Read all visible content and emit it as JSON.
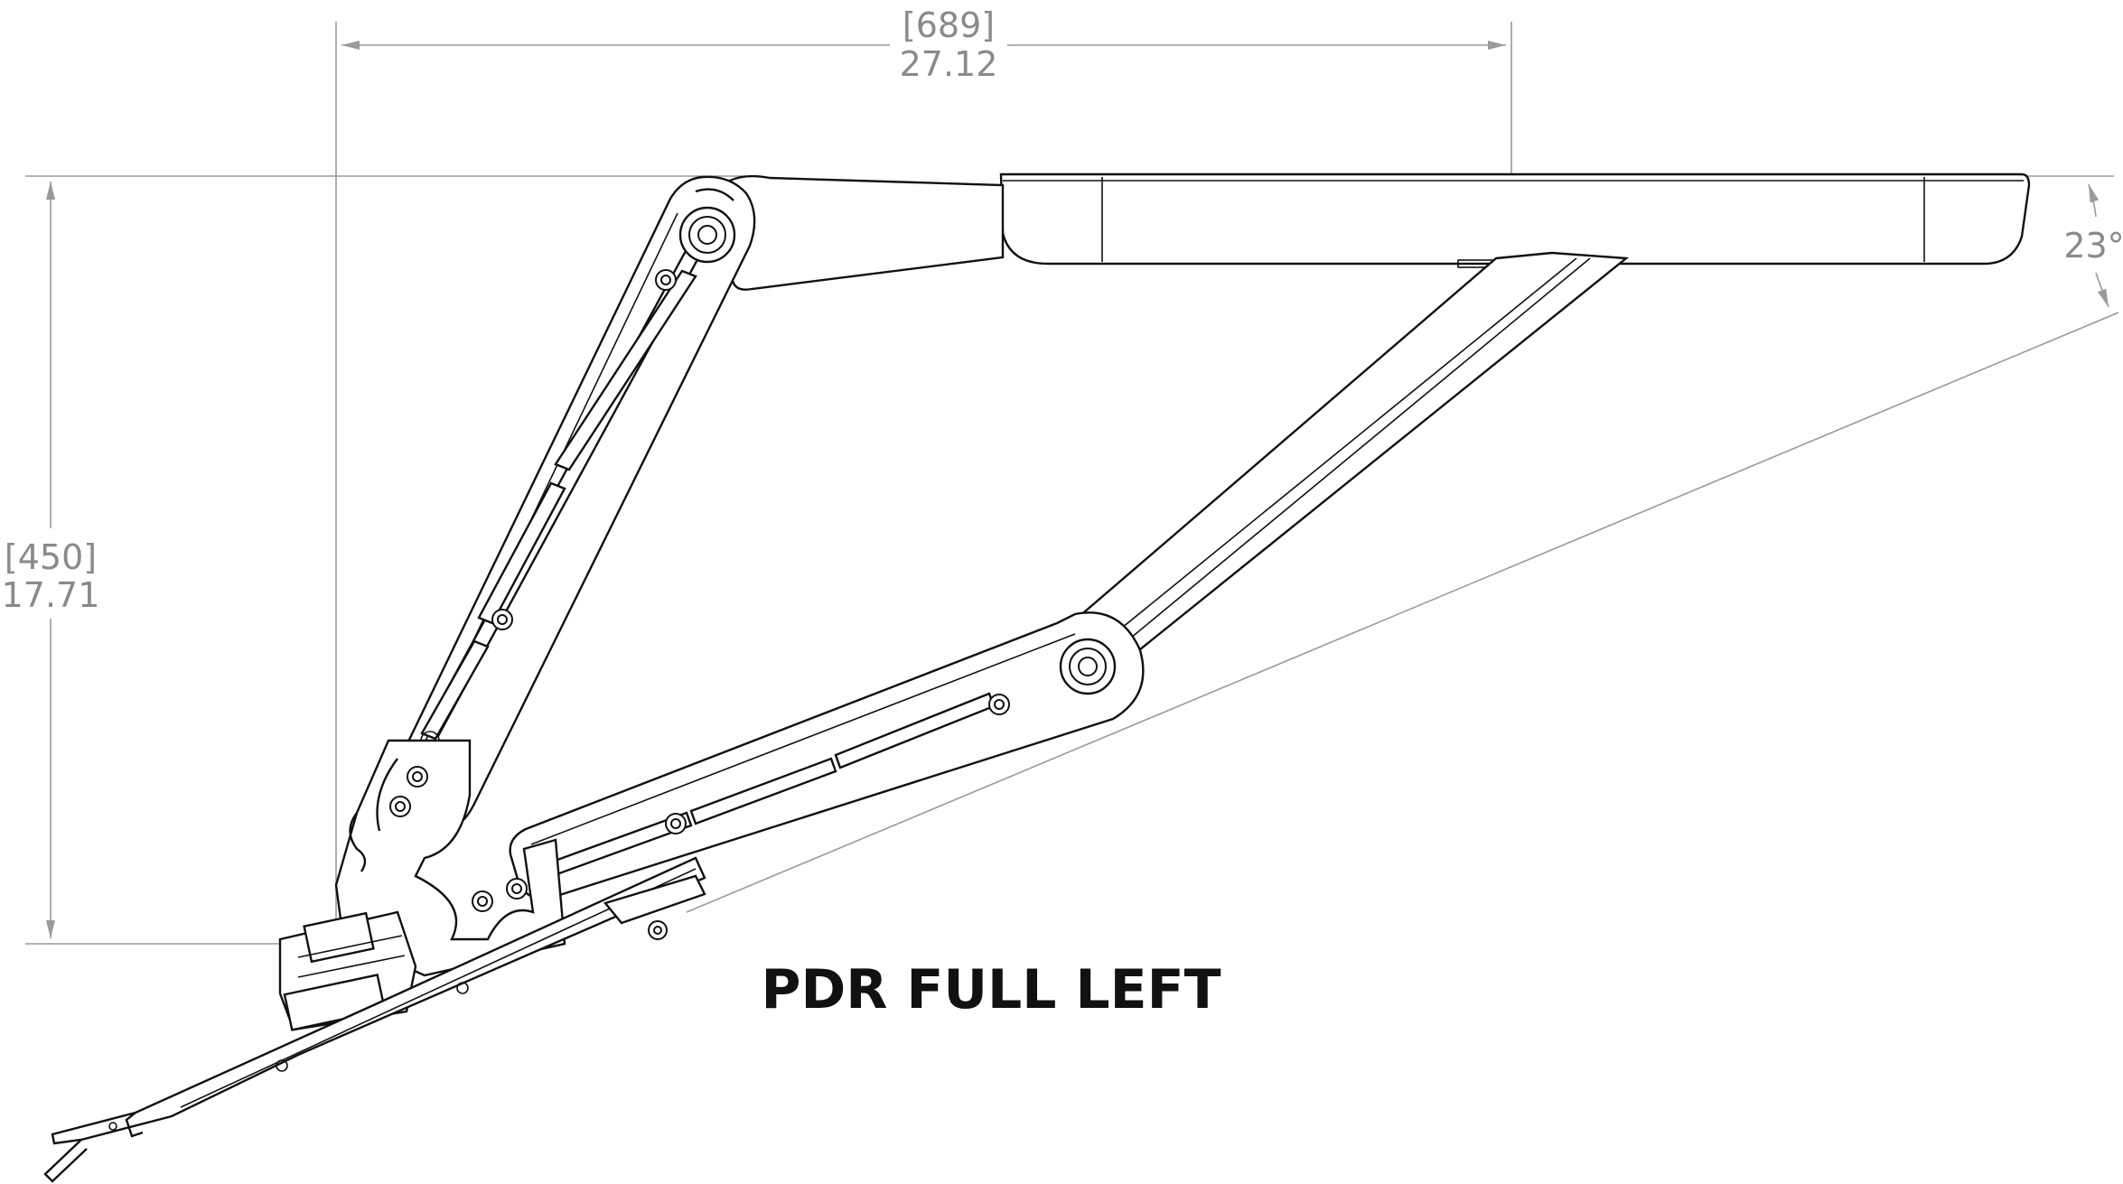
{
  "diagram": {
    "title": "PDR FULL LEFT",
    "dimensions": {
      "width": {
        "metric": "689",
        "imperial": "27.12"
      },
      "height": {
        "metric": "450",
        "imperial": "17.71"
      },
      "angle": "23°"
    }
  }
}
